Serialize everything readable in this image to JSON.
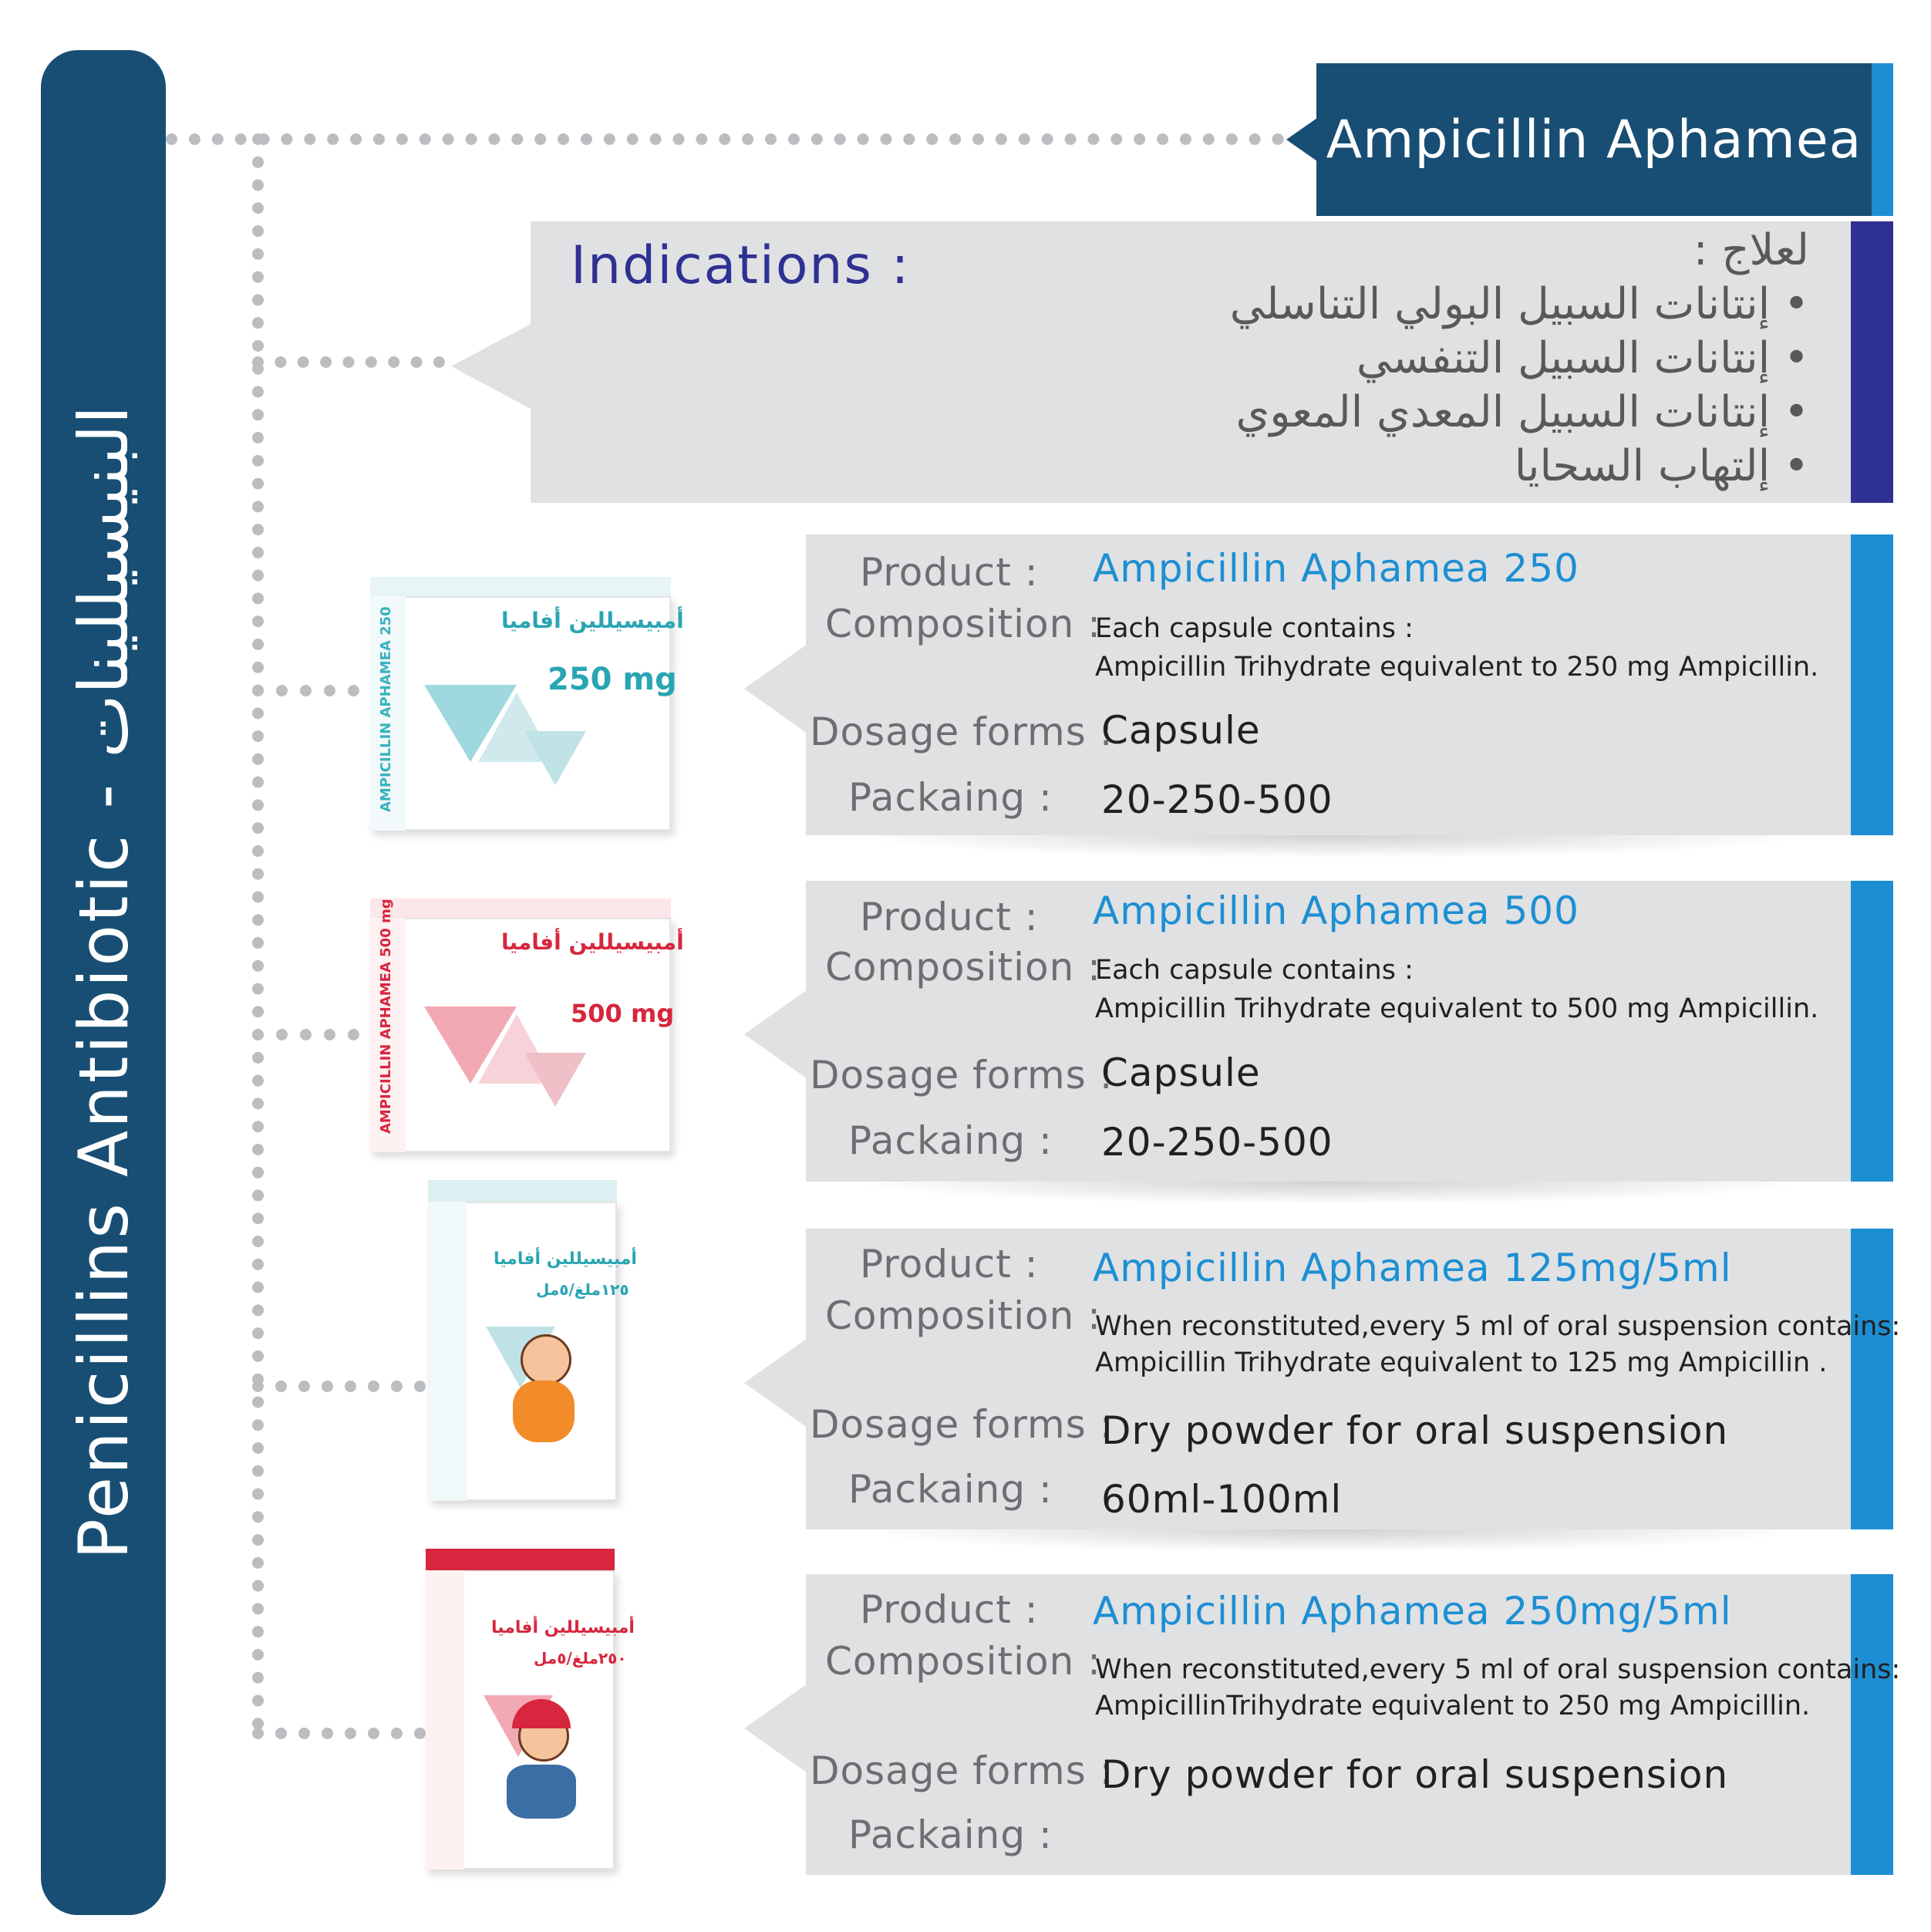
{
  "sidebar": {
    "text": "Penicillins Antibiotic - البنيسيللينات"
  },
  "header": {
    "title": "Ampicillin Aphamea"
  },
  "indications": {
    "heading": "Indications :",
    "intro": "لعلاج :",
    "items": [
      "إنتانات السبيل البولي التناسلي",
      "إنتانات السبيل التنفسي",
      "إنتانات السبيل المعدي المعوي",
      "إلتهاب السحايا"
    ]
  },
  "labels": {
    "product": "Product :",
    "composition": "Composition :",
    "dosage_forms": "Dosage forms :",
    "packaging": "Packaing :"
  },
  "products": [
    {
      "name": "Ampicillin Aphamea 250",
      "composition_1": "Each capsule contains :",
      "composition_2": "Ampicillin Trihydrate equivalent to 250 mg Ampicillin.",
      "dosage_form": "Capsule",
      "packaging": "20-250-500",
      "box_brand": "أمبيسيللين أفاميا",
      "box_dose": "250 mg",
      "box_vertical": "AMPICILLIN APHAMEA 250"
    },
    {
      "name": "Ampicillin Aphamea 500",
      "composition_1": "Each capsule contains :",
      "composition_2": "Ampicillin Trihydrate equivalent to 500 mg Ampicillin.",
      "dosage_form": "Capsule",
      "packaging": "20-250-500",
      "box_brand": "أمبيسيللين أفاميا",
      "box_dose": "500 mg",
      "box_vertical": "AMPICILLIN APHAMEA 500 mg"
    },
    {
      "name": "Ampicillin Aphamea 125mg/5ml",
      "composition_1": "When reconstituted,every 5 ml of oral suspension contains:",
      "composition_2": "Ampicillin Trihydrate equivalent to 125 mg Ampicillin .",
      "dosage_form": "Dry powder for oral suspension",
      "packaging": "60ml-100ml",
      "box_brand": "أمبيسيللين أفاميا",
      "box_dose": "١٢٥ملغ/٥مل"
    },
    {
      "name": "Ampicillin Aphamea 250mg/5ml",
      "composition_1": "When reconstituted,every 5 ml of oral suspension contains:",
      "composition_2": "AmpicillinTrihydrate equivalent to 250 mg Ampicillin.",
      "dosage_form": "Dry powder for oral suspension",
      "packaging": "",
      "box_brand": "أمبيسيللين أفاميا",
      "box_dose": "٢٥٠ملغ/٥مل"
    }
  ],
  "colors": {
    "navy": "#184e74",
    "accent_blue": "#1c8fd3",
    "indigo": "#2e3192",
    "card_gray": "#e0e1e3",
    "teal_box": "#38b2bd",
    "red_box": "#d7263d"
  }
}
